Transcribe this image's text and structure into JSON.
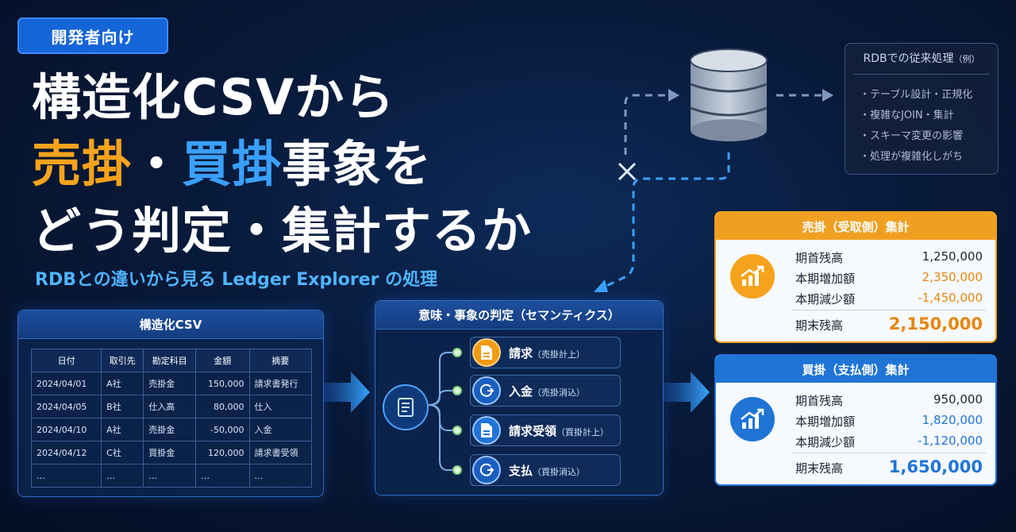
{
  "header": {
    "badge": "開発者向け",
    "title_line1": "構造化CSVから",
    "title_line2_a": "売掛",
    "title_line2_b": "・",
    "title_line2_c": "買掛",
    "title_line2_d": "事象を",
    "title_line3": "どう判定・集計するか",
    "subtitle": "RDBとの違いから見る Ledger Explorer の処理"
  },
  "csv": {
    "title": "構造化CSV",
    "columns": [
      "日付",
      "取引先",
      "勘定科目",
      "金額",
      "摘要"
    ],
    "rows": [
      [
        "2024/04/01",
        "A社",
        "売掛金",
        "150,000",
        "請求書発行"
      ],
      [
        "2024/04/05",
        "B社",
        "仕入高",
        "80,000",
        "仕入"
      ],
      [
        "2024/04/10",
        "A社",
        "売掛金",
        "-50,000",
        "入金"
      ],
      [
        "2024/04/12",
        "C社",
        "買掛金",
        "120,000",
        "請求書受領"
      ],
      [
        "…",
        "…",
        "…",
        "…",
        "…"
      ]
    ]
  },
  "semantics": {
    "title": "意味・事象の判定（セマンティクス）",
    "items": [
      {
        "label": "請求",
        "note": "（売掛計上）"
      },
      {
        "label": "入金",
        "note": "（売掛消込）"
      },
      {
        "label": "請求受領",
        "note": "（買掛計上）"
      },
      {
        "label": "支払",
        "note": "（買掛消込）"
      }
    ]
  },
  "rdb": {
    "title": "RDBでの従来処理",
    "title_note": "（例）",
    "items": [
      "テーブル設計・正規化",
      "複雑なJOIN・集計",
      "スキーマ変更の影響",
      "処理が複雑化しがち"
    ]
  },
  "receivable": {
    "title": "売掛（受取側）集計",
    "rows": [
      {
        "label": "期首残高",
        "value": "1,250,000"
      },
      {
        "label": "本期増加額",
        "value": "2,350,000"
      },
      {
        "label": "本期減少額",
        "value": "-1,450,000"
      }
    ],
    "total_label": "期末残高",
    "total_value": "2,150,000"
  },
  "payable": {
    "title": "買掛（支払側）集計",
    "rows": [
      {
        "label": "期首残高",
        "value": "950,000"
      },
      {
        "label": "本期増加額",
        "value": "1,820,000"
      },
      {
        "label": "本期減少額",
        "value": "-1,120,000"
      }
    ],
    "total_label": "期末残高",
    "total_value": "1,650,000"
  },
  "colors": {
    "orange": "#f5a31c",
    "blue": "#1f74d6",
    "accent_light_blue": "#4fb4ff"
  }
}
